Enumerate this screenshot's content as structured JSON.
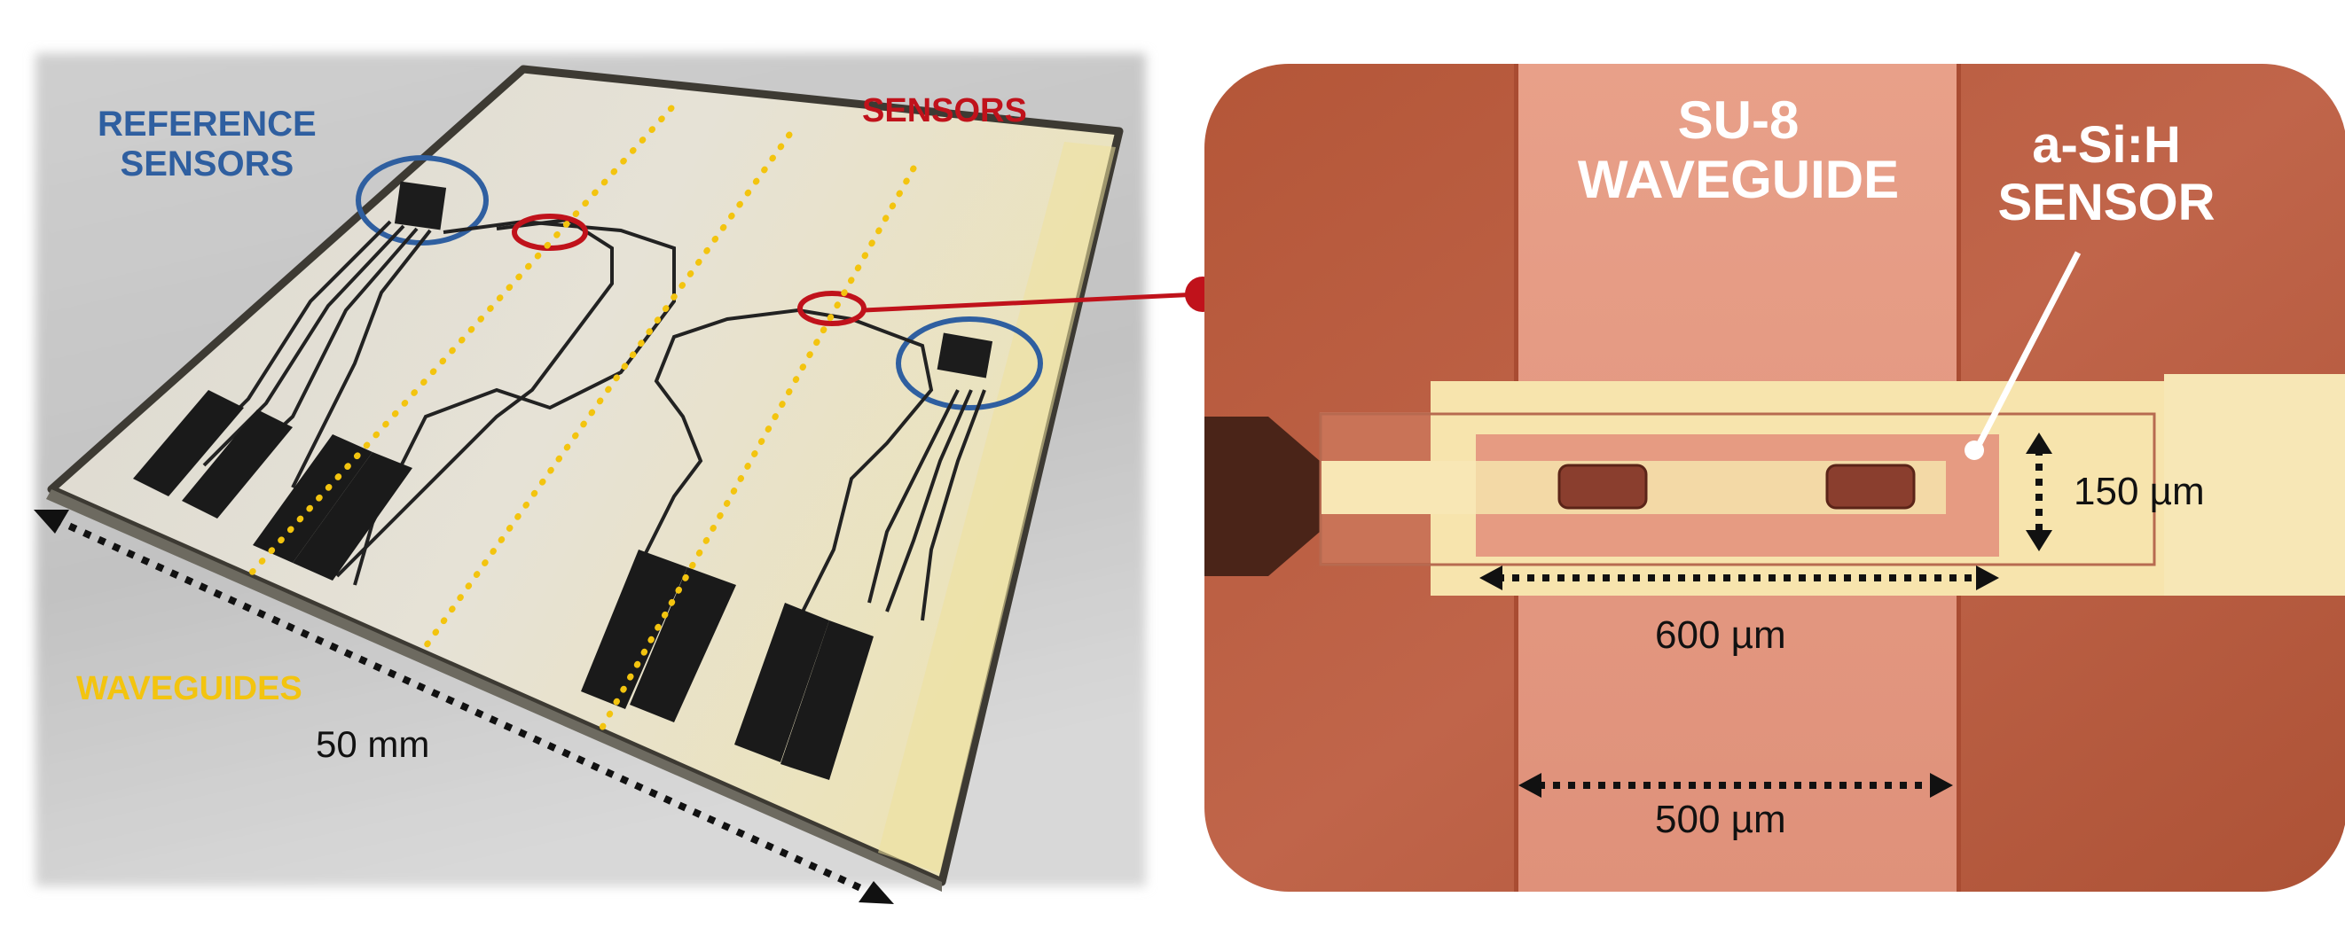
{
  "left_panel": {
    "reference_sensors_label": [
      "REFERENCE",
      "SENSORS"
    ],
    "sensors_label": "SENSORS",
    "waveguides_label": "WAVEGUIDES",
    "chip_width_label": "50 mm"
  },
  "right_panel": {
    "waveguide_label": [
      "SU-8",
      "WAVEGUIDE"
    ],
    "sensor_label": [
      "a-Si:H",
      "SENSOR"
    ],
    "sensor_height_label": "150 µm",
    "sensor_length_label": "600 µm",
    "waveguide_width_label": "500 µm"
  },
  "colors": {
    "reference_blue": "#2f5fa0",
    "sensor_red": "#c0121b",
    "waveguide_yellow": "#f3c40f",
    "copper": "#b9593f",
    "waveguide_band": "#e59a82",
    "bright_pad": "#f9e7b1"
  }
}
